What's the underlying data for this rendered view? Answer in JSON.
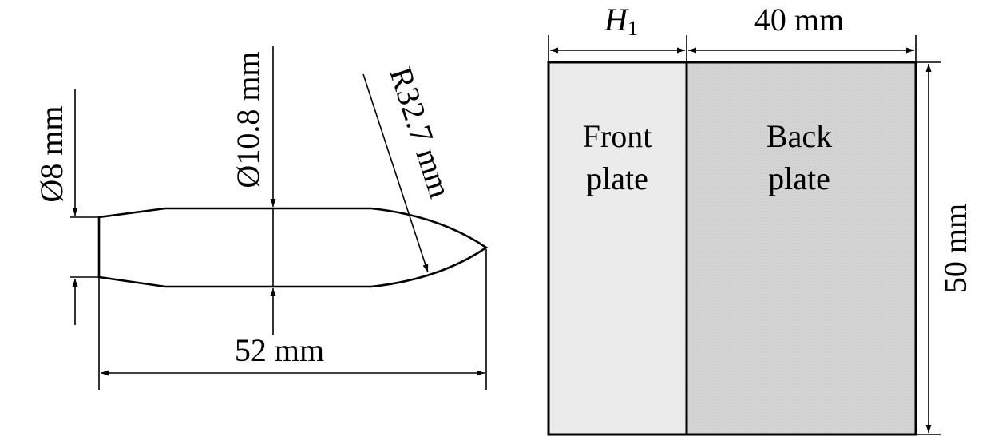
{
  "projectile": {
    "base_diameter_label": "Ø8 mm",
    "body_diameter_label": "Ø10.8 mm",
    "nose_radius_label": "R32.7 mm",
    "length_label": "52 mm"
  },
  "target": {
    "front_width_label_main": "H",
    "front_width_label_sub": "1",
    "back_width_label": "40 mm",
    "height_label": "50 mm",
    "front_plate_line1": "Front",
    "front_plate_line2": "plate",
    "back_plate_line1": "Back",
    "back_plate_line2": "plate"
  },
  "colors": {
    "front_plate_fill": "#ebebeb",
    "back_plate_fill": "#d4d4d4",
    "line": "#000000"
  }
}
